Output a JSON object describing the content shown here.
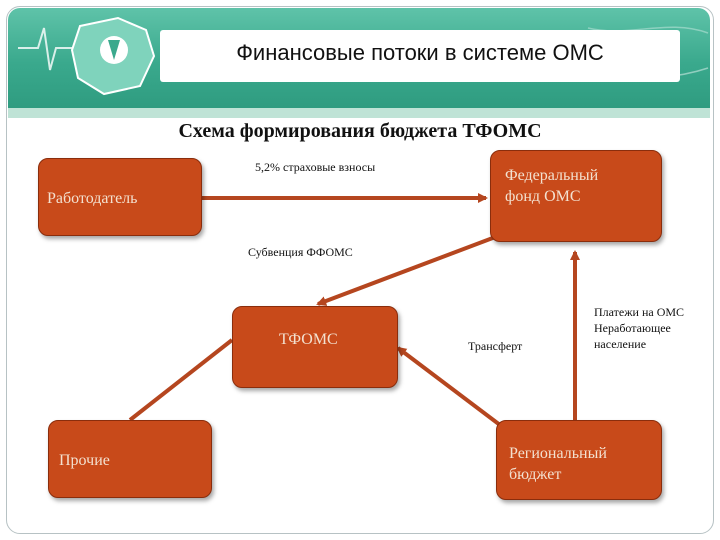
{
  "header": {
    "title": "Финансовые потоки в системе ОМС"
  },
  "diagram": {
    "subtitle": "Схема формирования бюджета ТФОМС",
    "nodes": {
      "employer": "Работодатель",
      "federal_fund": "Федеральный фонд ОМС",
      "tfoms": "ТФОМС",
      "other": "Прочие",
      "regional_budget": "Региональный бюджет"
    },
    "edges": {
      "insurance": "5,2% страховые взносы",
      "subvention": "Субвенция ФФОМС",
      "transfer": "Трансферт",
      "payments_line1": "Платежи на ОМС",
      "payments_line2": "Неработающее",
      "payments_line3": "население"
    }
  },
  "colors": {
    "node_fill": "#c84a1a",
    "node_text": "#f3e1d0",
    "arrow": "#b5461f",
    "banner": "#3aa98d"
  }
}
